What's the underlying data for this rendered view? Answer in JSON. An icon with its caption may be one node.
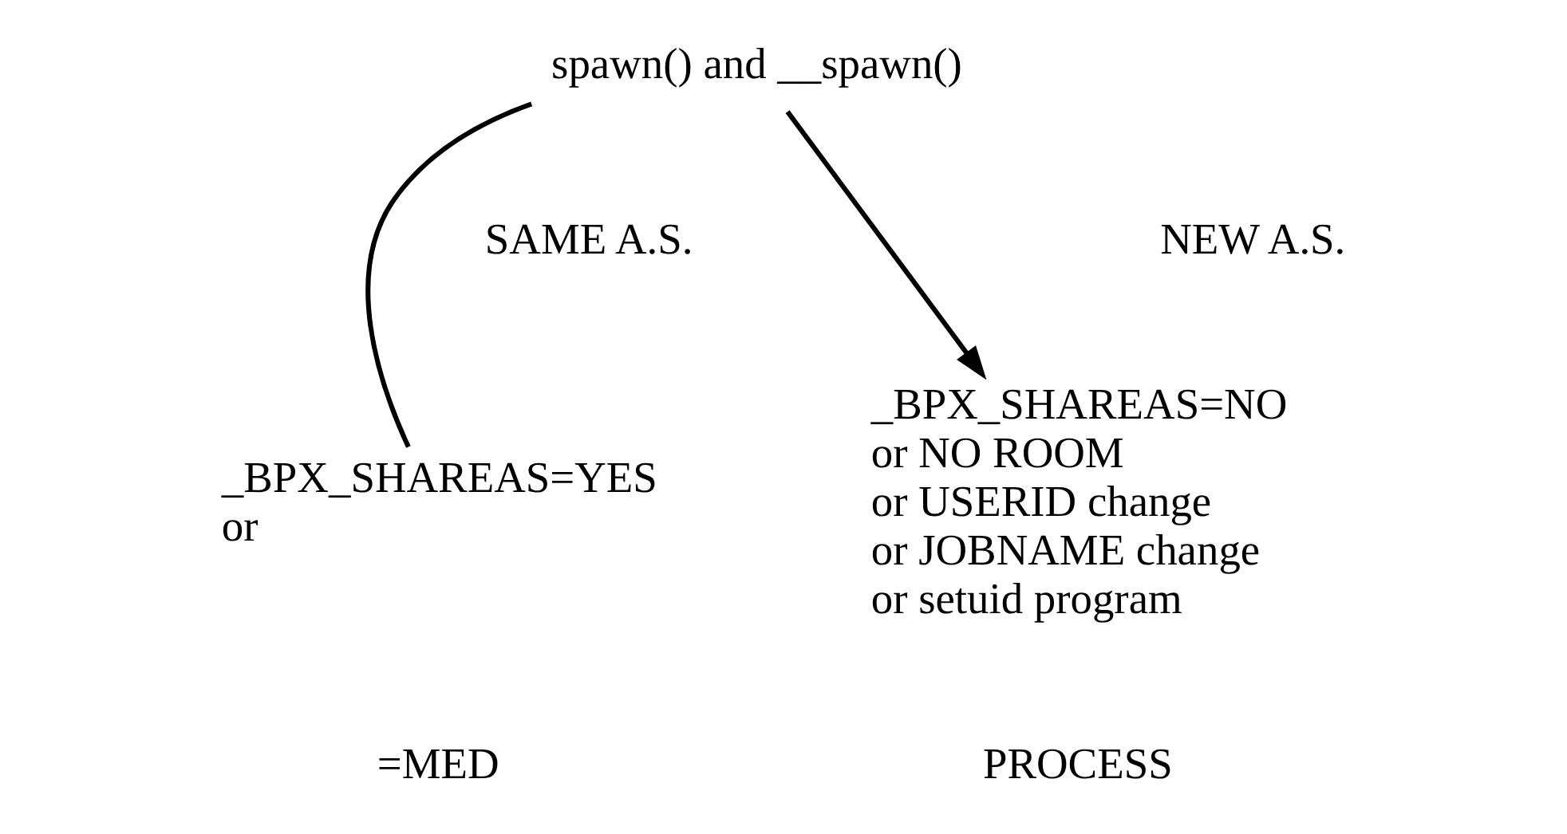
{
  "diagram": {
    "nodes": [
      {
        "text": [
          "spawn() and __spawn()"
        ]
      },
      {
        "text": [
          "_BPX_SHAREAS=YES",
          "or"
        ]
      },
      {
        "text": [
          "_BPX_SHAREAS=NO",
          "or NO ROOM",
          "or USERID change",
          "or JOBNAME change",
          "or setuid program"
        ]
      }
    ],
    "edges": [
      {
        "from": 0,
        "to": 1,
        "arrow": "none"
      },
      {
        "from": 0,
        "to": 2,
        "arrow": "to"
      }
    ],
    "labels": [
      "SAME A.S.",
      "NEW A.S.",
      "=MED",
      "PROCESS"
    ]
  }
}
